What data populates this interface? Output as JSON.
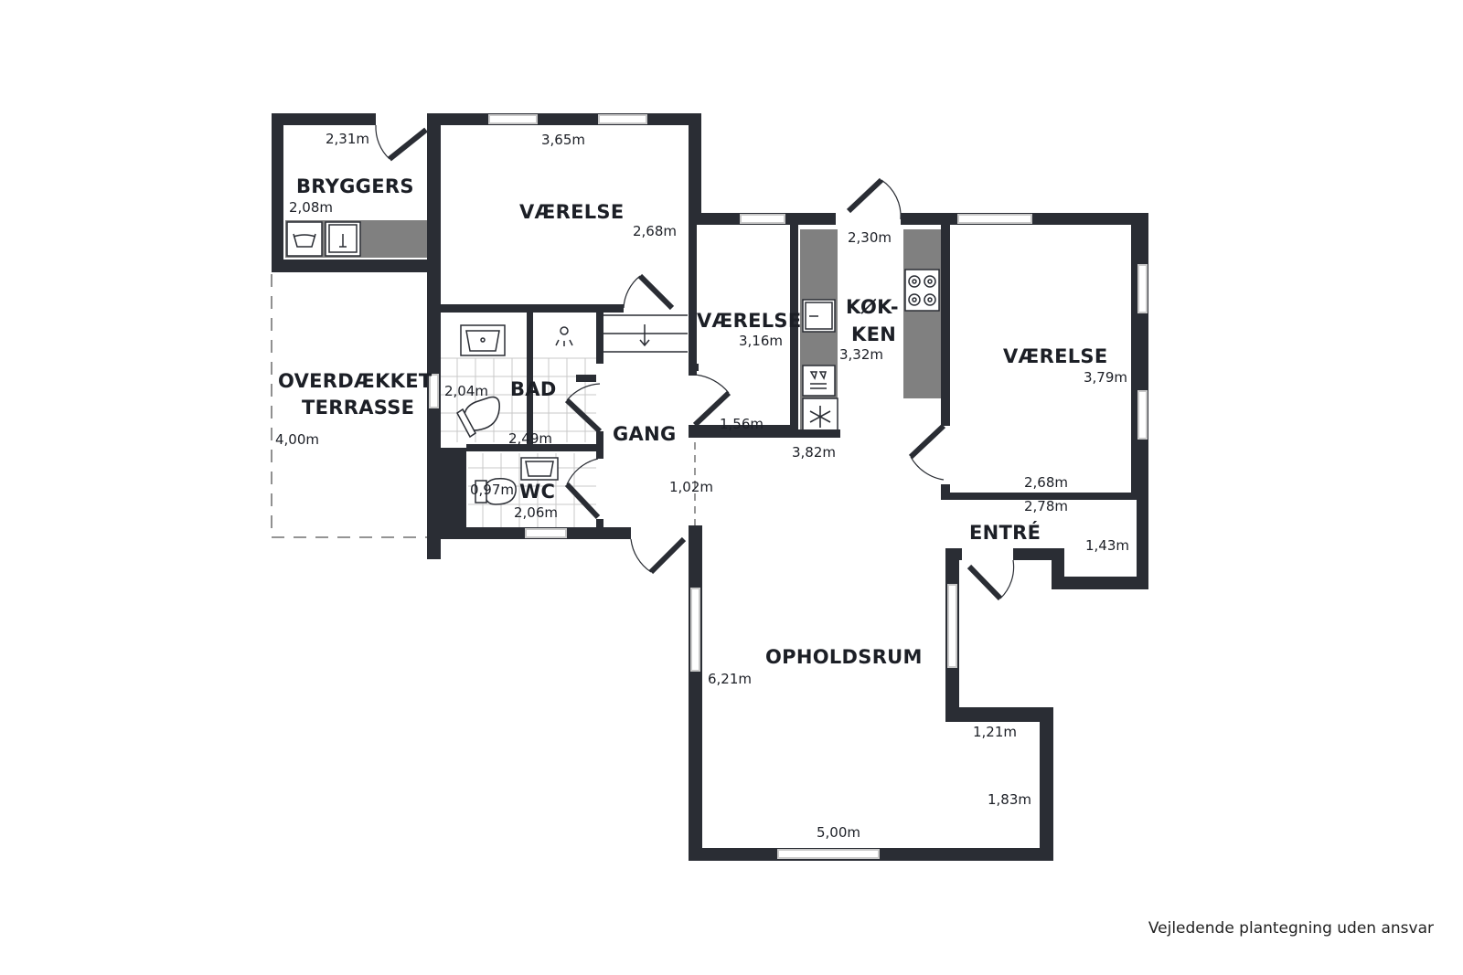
{
  "plan": {
    "wall_color": "#2a2d34",
    "counter_color": "#808080",
    "window_color": "#c9c9c9",
    "door_color": "#2a2d34",
    "disclaimer": "Vejledende plantegning uden ansvar",
    "rooms": {
      "bryggers": "BRYGGERS",
      "vaerelse_1": "VÆRELSE",
      "vaerelse_2": "VÆRELSE",
      "vaerelse_3": "VÆRELSE",
      "koekken_line1": "KØK-",
      "koekken_line2": "KEN",
      "bad": "BAD",
      "wc": "WC",
      "gang": "GANG",
      "terrasse_line1": "OVERDÆKKET",
      "terrasse_line2": "TERRASSE",
      "entre": "ENTRÉ",
      "opholdsrum": "OPHOLDSRUM"
    },
    "dimensions": {
      "bryggers_width": "2,31m",
      "bryggers_depth": "2,08m",
      "vaerelse1_width": "3,65m",
      "vaerelse1_depth": "2,68m",
      "vaerelse2_depth": "3,16m",
      "vaerelse2_width": "1,56m",
      "koekken_width": "2,30m",
      "koekken_depth": "3,32m",
      "koekken_total": "3,82m",
      "vaerelse3_depth": "3,79m",
      "vaerelse3_width": "2,68m",
      "entre_width": "2,78m",
      "entre_depth": "1,43m",
      "bad_depth": "2,04m",
      "bad_width": "2,49m",
      "wc_depth": "0,97m",
      "wc_width": "2,06m",
      "terrasse_depth": "4,00m",
      "gang_width": "1,02m",
      "opholdsrum_depth": "6,21m",
      "opholdsrum_width": "5,00m",
      "nook_width": "1,21m",
      "nook_depth": "1,83m"
    }
  }
}
